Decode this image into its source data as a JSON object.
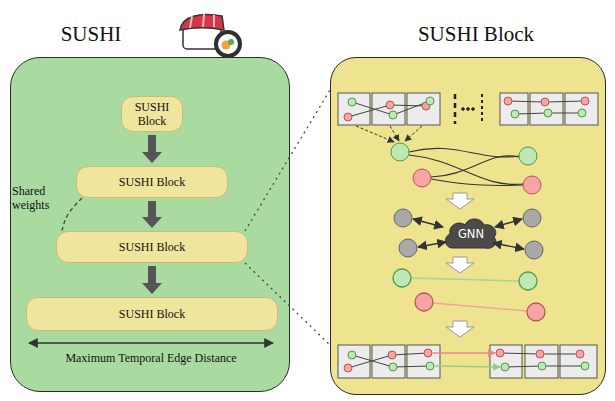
{
  "diagram": {
    "nodes": [
      {
        "text": [
          "SUSHI"
        ]
      },
      {
        "text": [
          "SUSHI Block"
        ],
        "in": 0
      },
      {
        "text": [
          "SUSHI Block"
        ],
        "in": 0
      },
      {
        "text": [
          "SUSHI Block"
        ],
        "in": 0
      },
      {
        "text": [
          "SUSHI Block"
        ],
        "in": 0
      },
      {
        "text": [
          "SUSHI Block"
        ]
      },
      {
        "text": [
          "GNN"
        ],
        "in": 5
      }
    ],
    "edges": [
      {
        "from": 1,
        "to": 2,
        "arrow": "to"
      },
      {
        "from": 2,
        "to": 3,
        "arrow": "to"
      },
      {
        "from": 3,
        "to": 4,
        "arrow": "to"
      },
      {
        "from": 2,
        "to": 3,
        "arrow": "none",
        "label": "Shared weights"
      },
      {
        "from": 3,
        "to": 5,
        "arrow": "none"
      },
      {
        "from": 3,
        "to": 5,
        "arrow": "none"
      }
    ],
    "labels": [
      "Maximum Temporal Edge Distance"
    ]
  }
}
